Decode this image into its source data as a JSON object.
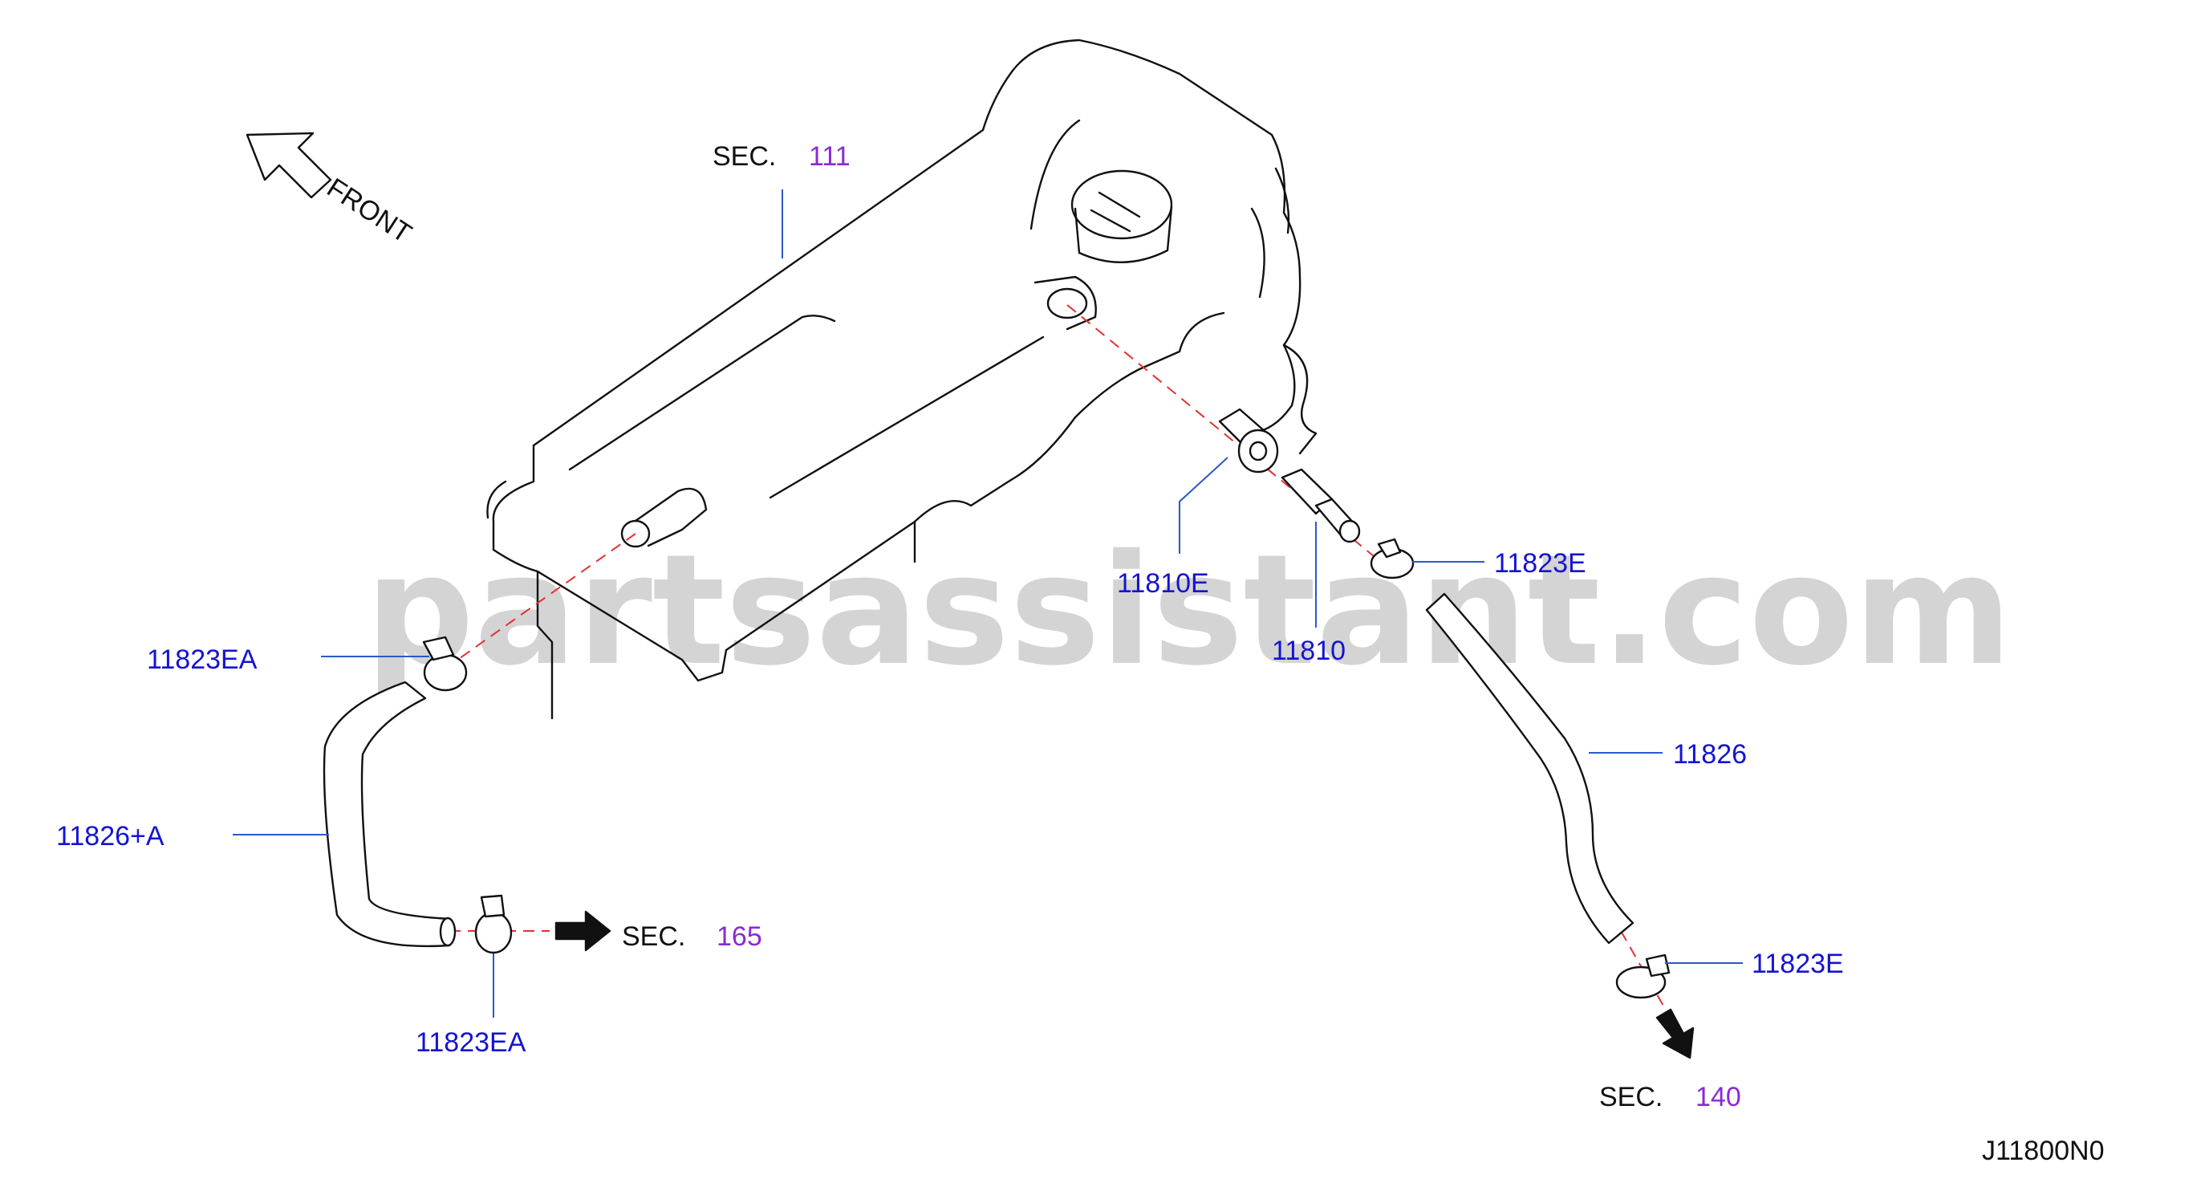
{
  "watermark": "partsassistant.com",
  "front_label": "FRONT",
  "sections": [
    {
      "prefix": "SEC.",
      "number": "111"
    },
    {
      "prefix": "SEC.",
      "number": "165"
    },
    {
      "prefix": "SEC.",
      "number": "140"
    }
  ],
  "parts": [
    "11810E",
    "11810",
    "11823E",
    "11823EA",
    "11826",
    "11826+A",
    "11823EA",
    "11823E"
  ],
  "diagram_code": "J11800N0",
  "colors": {
    "part_label": "#1414d2",
    "section_number": "#8a2ad6",
    "centerline": "#e43232",
    "leader": "#2a5ac8"
  }
}
